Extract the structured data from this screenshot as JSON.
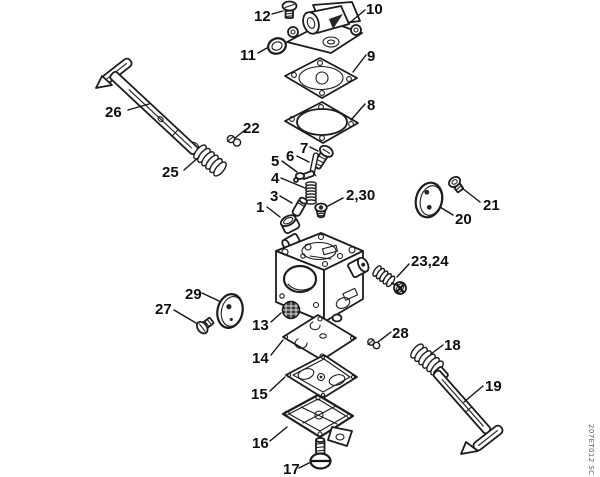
{
  "style": {
    "background": "#ffffff",
    "ink": "#1c1c1c"
  },
  "watermark": "207ET012 SC",
  "callouts": {
    "c1": "1",
    "c2_30": "2,30",
    "c3": "3",
    "c4": "4",
    "c5": "5",
    "c6": "6",
    "c7": "7",
    "c8": "8",
    "c9": "9",
    "c10": "10",
    "c11": "11",
    "c12": "12",
    "c13": "13",
    "c14": "14",
    "c15": "15",
    "c16": "16",
    "c17": "17",
    "c18": "18",
    "c19": "19",
    "c20": "20",
    "c21": "21",
    "c22": "22",
    "c23_24": "23,24",
    "c25": "25",
    "c26": "26",
    "c27": "27",
    "c28": "28",
    "c29": "29"
  }
}
